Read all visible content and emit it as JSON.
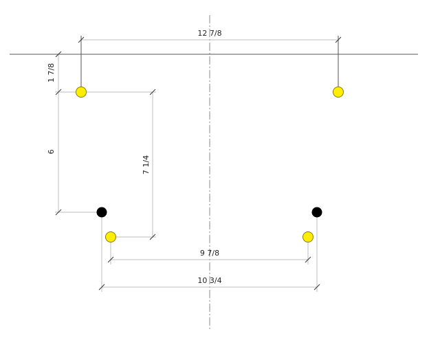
{
  "dimensions": {
    "top_width": "12 7/8",
    "top_offset": "1 7/8",
    "left_height": "6",
    "inner_height": "7 1/4",
    "lower_inner_width": "9 7/8",
    "lower_outer_width": "10 3/4"
  },
  "colors": {
    "background": "#ffffff",
    "edge_line": "#555555",
    "dimension_line": "#bdbdbd",
    "tick": "#333333",
    "center_line": "#888888",
    "yellow_point_fill": "#ffee00",
    "yellow_point_stroke": "#8a7a00",
    "black_point_fill": "#000000"
  },
  "points": {
    "yellow_count": 4,
    "black_count": 2
  }
}
